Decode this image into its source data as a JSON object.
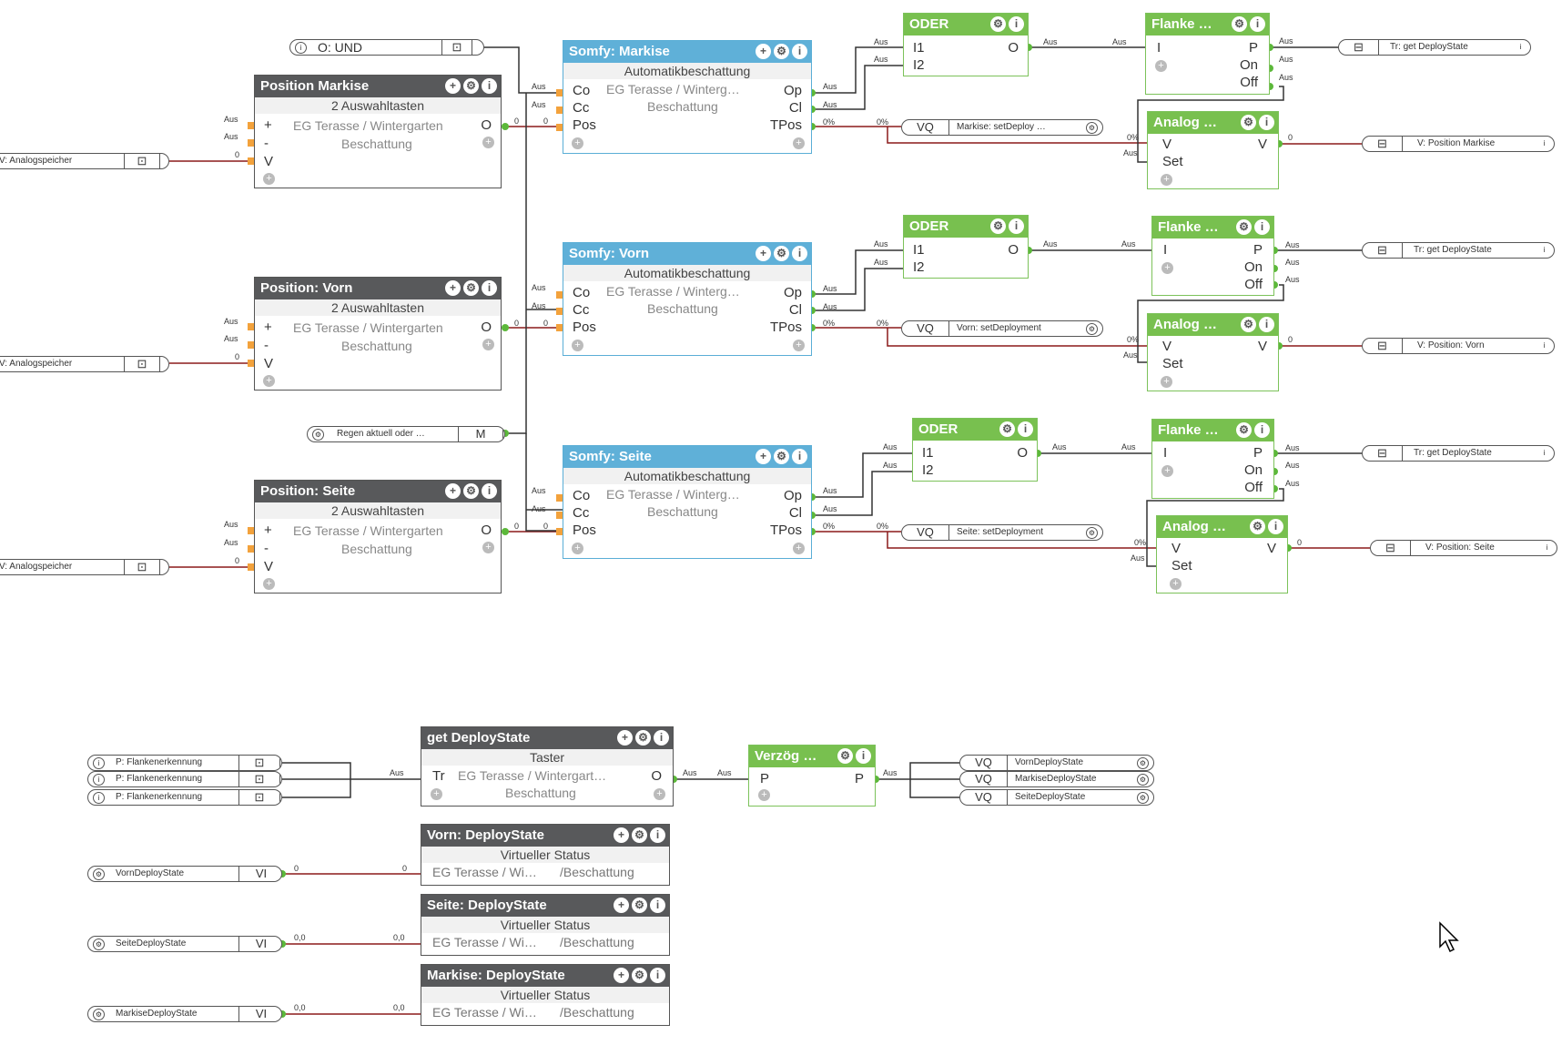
{
  "blocks": {
    "pos_markise": {
      "title": "Position Markise",
      "sub": "2 Auswahltasten",
      "loc1": "EG Terasse / Wintergarten",
      "loc2": "Beschattung",
      "in": [
        "+",
        "-",
        "V"
      ],
      "out": "O"
    },
    "pos_vorn": {
      "title": "Position: Vorn",
      "sub": "2 Auswahltasten",
      "loc1": "EG Terasse / Wintergarten",
      "loc2": "Beschattung",
      "in": [
        "+",
        "-",
        "V"
      ],
      "out": "O"
    },
    "pos_seite": {
      "title": "Position: Seite",
      "sub": "2 Auswahltasten",
      "loc1": "EG Terasse / Wintergarten",
      "loc2": "Beschattung",
      "in": [
        "+",
        "-",
        "V"
      ],
      "out": "O"
    },
    "somfy_markise": {
      "title": "Somfy: Markise",
      "sub": "Automatikbeschattung",
      "loc1": "EG Terasse / Winterg…",
      "loc2": "Beschattung",
      "in": [
        "Co",
        "Cc",
        "Pos"
      ],
      "out": [
        "Op",
        "Cl",
        "TPos"
      ]
    },
    "somfy_vorn": {
      "title": "Somfy: Vorn",
      "sub": "Automatikbeschattung",
      "loc1": "EG Terasse / Winterg…",
      "loc2": "Beschattung",
      "in": [
        "Co",
        "Cc",
        "Pos"
      ],
      "out": [
        "Op",
        "Cl",
        "TPos"
      ]
    },
    "somfy_seite": {
      "title": "Somfy: Seite",
      "sub": "Automatikbeschattung",
      "loc1": "EG Terasse / Winterg…",
      "loc2": "Beschattung",
      "in": [
        "Co",
        "Cc",
        "Pos"
      ],
      "out": [
        "Op",
        "Cl",
        "TPos"
      ]
    },
    "oder1": {
      "title": "ODER",
      "in": [
        "I1",
        "I2"
      ],
      "out": "O"
    },
    "oder2": {
      "title": "ODER",
      "in": [
        "I1",
        "I2"
      ],
      "out": "O"
    },
    "oder3": {
      "title": "ODER",
      "in": [
        "I1",
        "I2"
      ],
      "out": "O"
    },
    "flanke1": {
      "title": "Flanke …",
      "in": "I",
      "out": [
        "P",
        "On",
        "Off"
      ]
    },
    "flanke2": {
      "title": "Flanke …",
      "in": "I",
      "out": [
        "P",
        "On",
        "Off"
      ]
    },
    "flanke3": {
      "title": "Flanke …",
      "in": "I",
      "out": [
        "P",
        "On",
        "Off"
      ]
    },
    "analog1": {
      "title": "Analog …",
      "in": [
        "V",
        "Set"
      ],
      "out": "V"
    },
    "analog2": {
      "title": "Analog …",
      "in": [
        "V",
        "Set"
      ],
      "out": "V"
    },
    "analog3": {
      "title": "Analog …",
      "in": [
        "V",
        "Set"
      ],
      "out": "V"
    },
    "get_deploy": {
      "title": "get DeployState",
      "sub": "Taster",
      "in": "Tr",
      "loc1": "EG Terasse / Wintergart…",
      "loc2": "Beschattung",
      "out": "O"
    },
    "verzoeg": {
      "title": "Verzög …",
      "in": "P",
      "out": "P"
    },
    "vorn_ds": {
      "title": "Vorn: DeployState",
      "sub": "Virtueller Status",
      "loc1": "EG Terasse / Wi…",
      "loc2": "/Beschattung"
    },
    "seite_ds": {
      "title": "Seite: DeployState",
      "sub": "Virtueller Status",
      "loc1": "EG Terasse / Wi…",
      "loc2": "/Beschattung"
    },
    "markise_ds": {
      "title": "Markise: DeployState",
      "sub": "Virtueller Status",
      "loc1": "EG Terasse / Wi…",
      "loc2": "/Beschattung"
    }
  },
  "terminals": {
    "o_und": "O: UND",
    "v_analog1": "V: Analogspeicher",
    "v_analog2": "V: Analogspeicher",
    "v_analog3": "V: Analogspeicher",
    "regen": "Regen aktuell oder …",
    "regen_box": "M",
    "vq_markise": "Markise: setDeploy …",
    "vq_vorn": "Vorn: setDeployment",
    "vq_seite": "Seite: setDeployment",
    "vq_box": "VQ",
    "tr_get1": "Tr: get DeployState",
    "tr_get2": "Tr: get DeployState",
    "tr_get3": "Tr: get DeployState",
    "v_pos_markise": "V: Position Markise",
    "v_pos_vorn": "V: Position: Vorn",
    "v_pos_seite": "V: Position: Seite",
    "p_flanke1": "P: Flankenerkennung",
    "p_flanke2": "P: Flankenerkennung",
    "p_flanke3": "P: Flankenerkennung",
    "vq_vorn_ds": "VornDeployState",
    "vq_markise_ds": "MarkiseDeployState",
    "vq_seite_ds": "SeiteDeployState",
    "vi_vorn": "VornDeployState",
    "vi_seite": "SeiteDeployState",
    "vi_markise": "MarkiseDeployState",
    "vi_box": "VI"
  },
  "wire_labels": {
    "aus": "Aus",
    "zero": "0",
    "pct": "0%",
    "zz": "0,0"
  },
  "icons": {
    "gear": "gear-icon",
    "info": "info-icon",
    "plus": "plus-icon",
    "cursor": "mouse-cursor-icon"
  },
  "colors": {
    "dark_header": "#58595b",
    "green_header": "#78c04f",
    "blue_header": "#5fb0d8",
    "wire_analog": "#8b1a1a",
    "wire_bool": "#333333"
  }
}
